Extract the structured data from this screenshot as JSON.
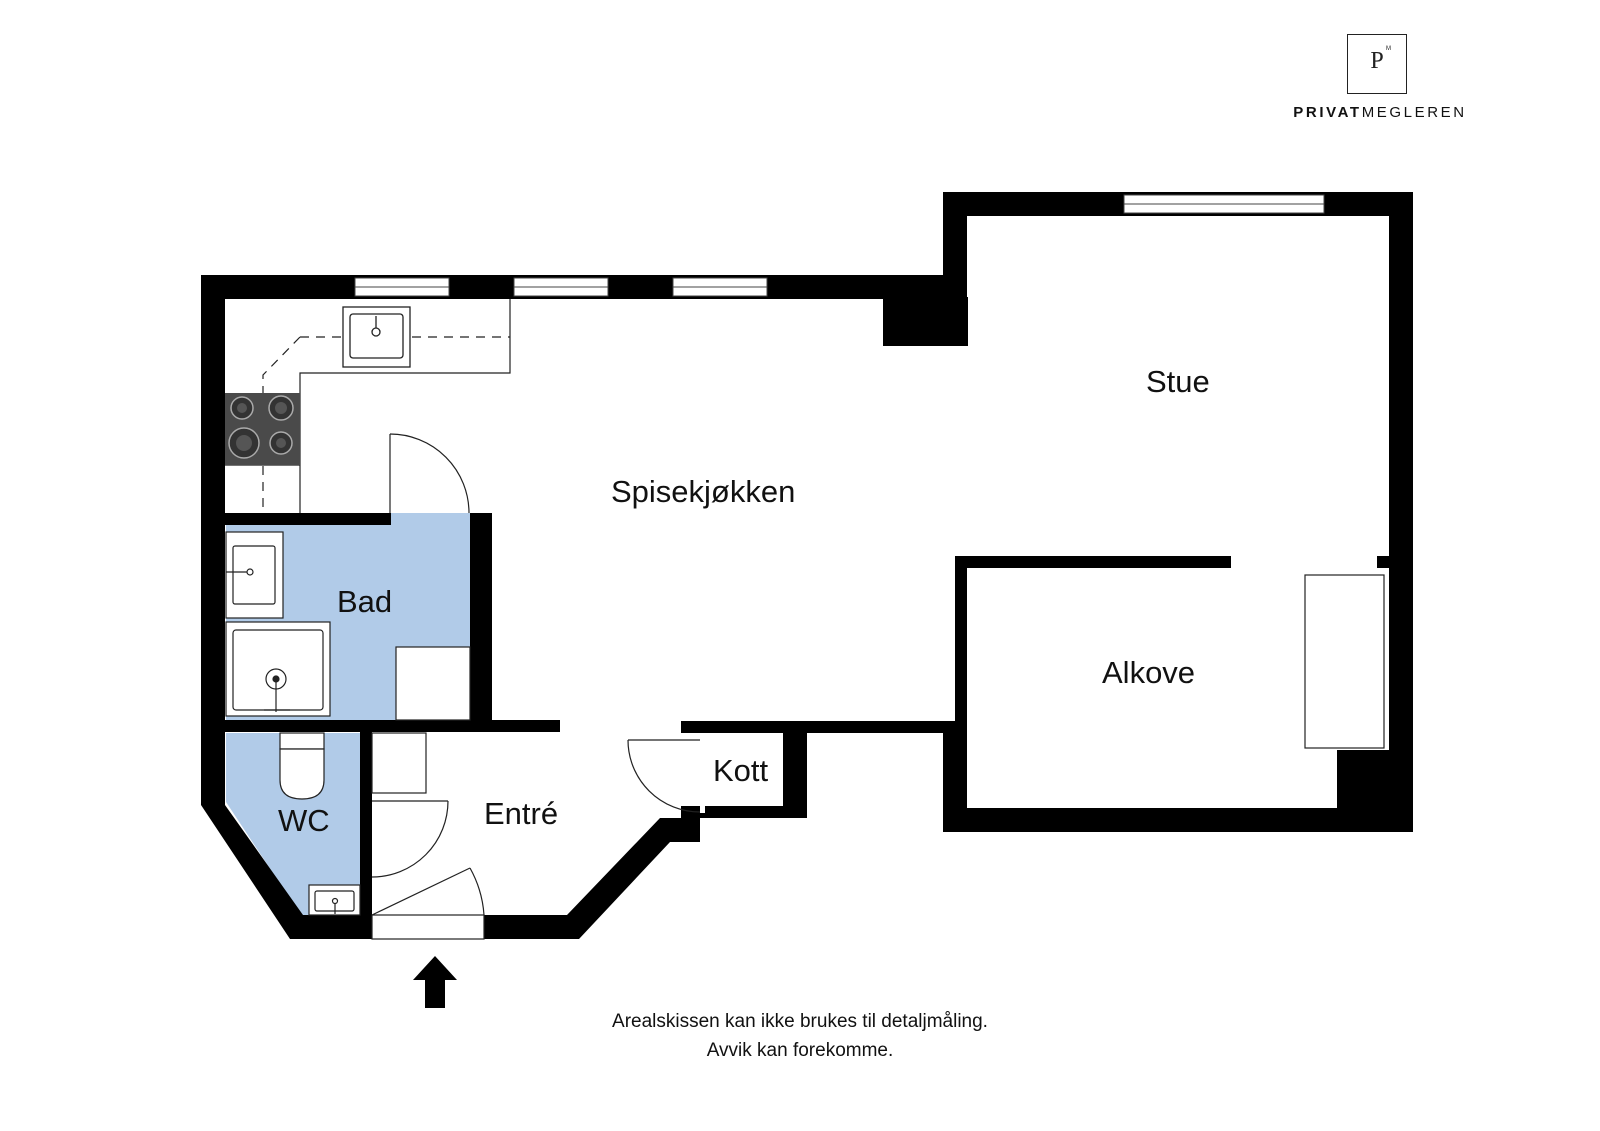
{
  "brand": {
    "logo_letter": "P",
    "logo_superscript": "M",
    "name_bold": "PRIVAT",
    "name_regular": "MEGLEREN"
  },
  "rooms": {
    "spisekjokken": "Spisekjøkken",
    "stue": "Stue",
    "bad": "Bad",
    "alkove": "Alkove",
    "kott": "Kott",
    "entre": "Entré",
    "wc": "WC"
  },
  "disclaimer": {
    "line1": "Arealskissen kan ikke brukes til detaljmåling.",
    "line2": "Avvik kan forekomme."
  },
  "colors": {
    "wall": "#000000",
    "wet_room_fill": "#b1cbe8",
    "floor": "#ffffff",
    "fixture_line": "#222222"
  }
}
